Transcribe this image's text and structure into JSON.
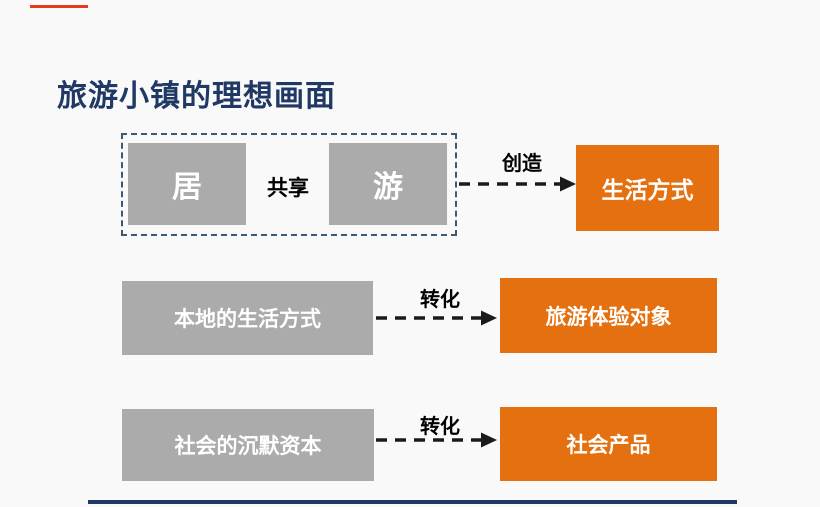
{
  "slide": {
    "title": "旅游小镇的理想画面",
    "row1": {
      "left_box": "居",
      "share_label": "共享",
      "right_box": "游",
      "arrow_label": "创造",
      "result_box": "生活方式"
    },
    "row2": {
      "source_box": "本地的生活方式",
      "arrow_label": "转化",
      "result_box": "旅游体验对象"
    },
    "row3": {
      "source_box": "社会的沉默资本",
      "arrow_label": "转化",
      "result_box": "社会产品"
    },
    "colors": {
      "accent_orange": "#e5700f",
      "box_gray": "#ababab",
      "title_navy": "#1f3864",
      "dashed_border_blue": "#3a5a78",
      "accent_red": "#e8391d",
      "arrow_black": "#1a1a1a"
    }
  }
}
